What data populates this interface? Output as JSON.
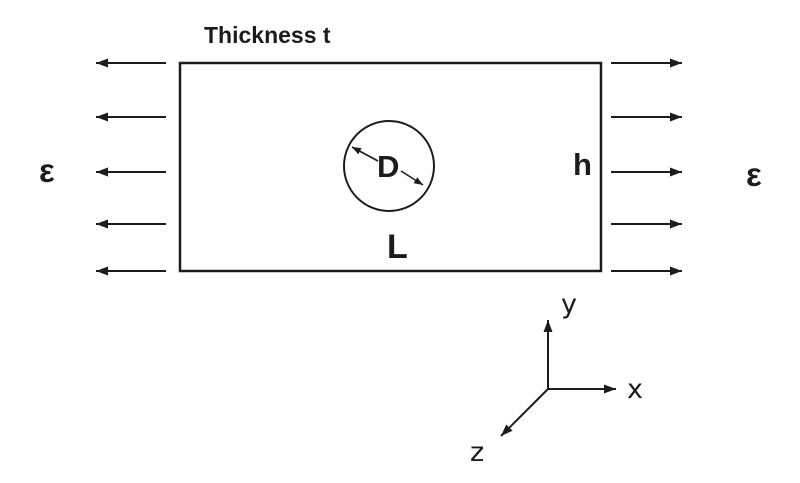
{
  "colors": {
    "ink": "#1c1c1c",
    "background": "#ffffff"
  },
  "diagram": {
    "description": "Rectangular plate with central circular hole under uniaxial strain",
    "title_label": "Thickness t",
    "plate": {
      "length_label": "L",
      "height_label": "h"
    },
    "hole": {
      "diameter_label": "D"
    },
    "strain": {
      "left_label": "ε",
      "right_label": "ε",
      "left_arrow_count": 5,
      "right_arrow_count": 5,
      "left_direction": "pointing left (outward)",
      "right_direction": "pointing right (outward)"
    },
    "axes": {
      "x_label": "x",
      "y_label": "y",
      "z_label": "z"
    }
  }
}
